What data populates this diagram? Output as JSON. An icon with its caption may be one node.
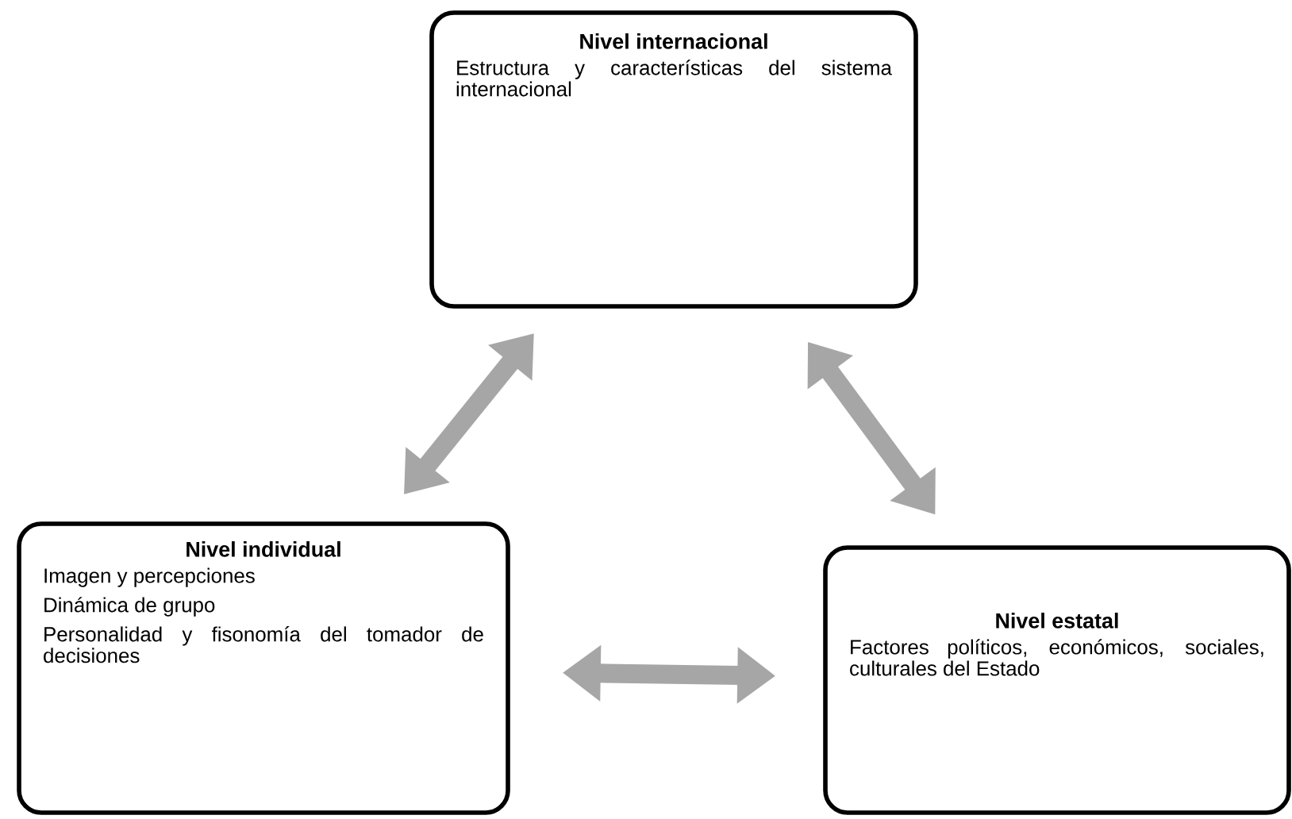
{
  "diagram": {
    "nodes": [
      {
        "text": [
          "Nivel internacional",
          "Estructura y características del sistema internacional"
        ]
      },
      {
        "text": [
          "Nivel individual",
          "Imagen y percepciones",
          "Dinámica de grupo",
          "Personalidad y fisonomía del tomador de decisiones"
        ]
      },
      {
        "text": [
          "Nivel estatal",
          "Factores políticos, económicos, sociales, culturales del Estado"
        ]
      }
    ],
    "edges": [
      {
        "from": 1,
        "to": 0,
        "arrow": "both"
      },
      {
        "from": 0,
        "to": 2,
        "arrow": "both"
      },
      {
        "from": 1,
        "to": 2,
        "arrow": "both"
      }
    ]
  }
}
